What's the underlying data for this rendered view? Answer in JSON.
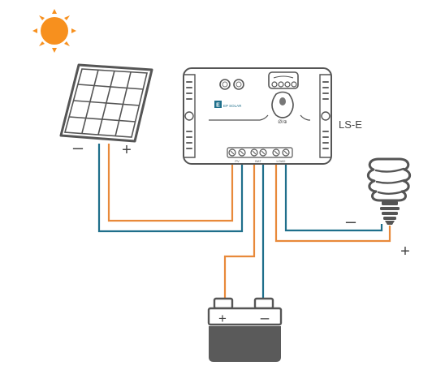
{
  "controller": {
    "model_label": "LS-E",
    "brand_logo": "EP SOLAR",
    "terminal_marks": [
      "PV",
      "BAT",
      "LOAD"
    ],
    "button_symbol": "Ø/⊕"
  },
  "panel": {
    "minus_label": "–",
    "plus_label": "+"
  },
  "battery": {
    "plus_label": "+",
    "minus_label": "–"
  },
  "load": {
    "minus_label": "–",
    "plus_label": "+"
  },
  "colors": {
    "positive_wire": "#e8893a",
    "negative_wire": "#1f6f8b",
    "sun": "#f7901e",
    "outline": "#555555",
    "battery_body": "#5a5a5a"
  },
  "icons": [
    "sun-icon",
    "solar-panel-icon",
    "charge-controller-icon",
    "battery-icon",
    "light-bulb-icon"
  ]
}
